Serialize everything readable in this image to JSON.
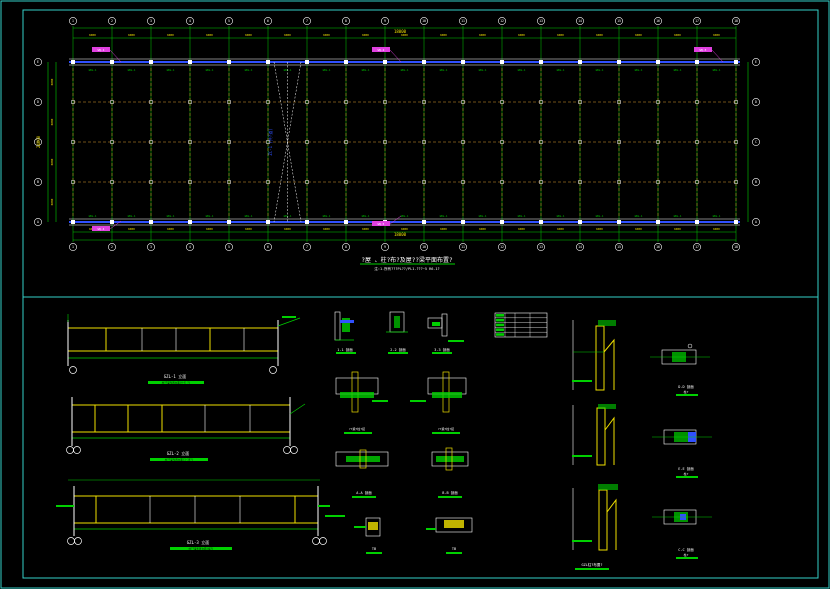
{
  "colors": {
    "background": "#000000",
    "frame": "#35d0c8",
    "grid": "#00d000",
    "column": "#ffffff",
    "axis_dash": "#e0a030",
    "beam_blue": "#3050ff",
    "tag_magenta": "#e040e0",
    "yellow": "#f0e000",
    "cyan": "#30d0d0",
    "white": "#ffffff"
  },
  "plan": {
    "title": "?屋 、柱?布?及屋??梁平面布置?",
    "subtitle": "注:1.所有???PL??/PL1-???~5  R6-1?",
    "total_dim_top": "18000",
    "total_dim_bottom": "18000",
    "total_dim_left": "24000",
    "bay_dim_label": "6000",
    "row_dim_label": "6000",
    "axis_numbers": [
      "1",
      "2",
      "3",
      "4",
      "5",
      "6",
      "7",
      "8",
      "9",
      "10",
      "11",
      "12",
      "13",
      "14",
      "15",
      "16",
      "17",
      "18"
    ],
    "axis_letters": [
      "A",
      "B",
      "C",
      "D",
      "E"
    ],
    "beam_label": "GBL-1",
    "magenta_tags": [
      "WQ-1",
      "WQ-2",
      "WQ-3",
      "WQ-4",
      "WQ-5"
    ],
    "brace_label": "ZC-1 (共?道)"
  },
  "elevations": [
    {
      "title": "GZL-1 立面",
      "note": "柱??梁布置立面(A-E ?)"
    },
    {
      "title": "GZL-2 立面",
      "note": "柱??梁布置立面(1-18?)"
    },
    {
      "title": "GZL-3 立面",
      "note": "柱??梁布置立面(端?)"
    }
  ],
  "sections": [
    {
      "title": "1-1 剖面"
    },
    {
      "title": "2-2 剖面"
    },
    {
      "title": "3-3 剖面"
    },
    {
      "title": "??梁?柱?接"
    },
    {
      "title": "??梁?柱?接"
    },
    {
      "title": "A-A 剖面"
    },
    {
      "title": "B-B 剖面"
    },
    {
      "title": "TB"
    },
    {
      "title": "TB"
    }
  ],
  "table_title": "材料表",
  "column_details": [
    {
      "title": "D-D 剖面",
      "sub": "柱?"
    },
    {
      "title": "E-E 剖面",
      "sub": "柱?"
    },
    {
      "title": "C-C 剖面",
      "sub": "柱?"
    }
  ],
  "column_footer": "GZL柱?布置?"
}
